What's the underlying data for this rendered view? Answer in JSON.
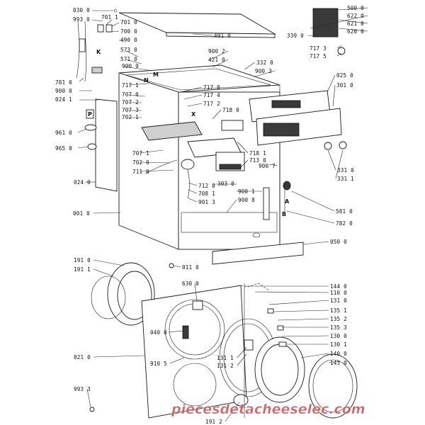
{
  "diagram": {
    "labels": [
      "030 0",
      "701 1",
      "993 0",
      "701 0",
      "700 0",
      "490 0",
      "573 0",
      "571 0",
      "900 9",
      "781 0",
      "900 0",
      "024 1",
      "717 1",
      "707 0",
      "707 2",
      "707 3",
      "702 1",
      "961 0",
      "965 0",
      "707 1",
      "702 0",
      "711 0",
      "024 0",
      "001 0",
      "500 0",
      "622 0",
      "621 0",
      "620 0",
      "339 0",
      "717 3",
      "717 5",
      "491 0",
      "900 2",
      "421 0",
      "332 0",
      "900 3",
      "717 0",
      "717 4",
      "717 2",
      "718 0",
      "025 0",
      "301 0",
      "718 1",
      "713 0",
      "900 7",
      "331 0",
      "331 1",
      "303 0",
      "900 1",
      "712 0",
      "708 1",
      "901 3",
      "900 8",
      "581 0",
      "782 0",
      "050 0",
      "191 0",
      "191 1",
      "011 0",
      "630 0",
      "040 0",
      "021 0",
      "910 5",
      "993 3",
      "191 2",
      "144 0",
      "110 0",
      "131 0",
      "135 1",
      "135 2",
      "135 3",
      "130 0",
      "130 1",
      "140 0",
      "143 0",
      "131 1",
      "131 2"
    ],
    "letters": [
      "K",
      "M",
      "N",
      "P",
      "X",
      "A",
      "B"
    ],
    "watermark": "piecesdetacheeselec.com"
  }
}
